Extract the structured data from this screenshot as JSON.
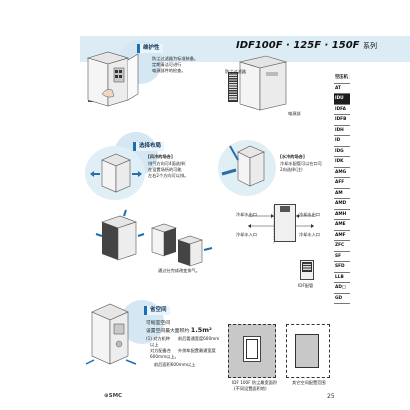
{
  "header": {
    "title": "IDF100F · 125F · 150F",
    "title_suffix": "系列"
  },
  "sections": {
    "protection": {
      "tag": "维护性",
      "body": [
        "防尘过滤器为标准装备。",
        "定期清洁可进行",
        "电源部件的检查。"
      ],
      "label_filter": "防尘过滤器",
      "label_front": "电源部"
    },
    "layout": {
      "tag": "选择布局",
      "side_title": "[风冷的场合]",
      "side_body": [
        "排气方向可4面选择(",
        "在设置场所的可能",
        "左右2个方向可以排。"
      ],
      "water_title": "[水冷的场合]",
      "water_body": [
        "冷却水配管可以在口可",
        "2向选择(注)"
      ],
      "flow_in1": "冷却水出口",
      "flow_out1": "冷却水入口",
      "flow_in2": "冷却水出口",
      "flow_out2": "冷却水入口",
      "unit_label": "IDF配管",
      "caption": "通过仕完成改变排气。"
    },
    "space": {
      "tag": "省空间",
      "spec_line1": "可缩室空间",
      "spec_line2": "设置空间最大面积约",
      "spec_value": "1.5m²",
      "note1": "(1) 对方机种",
      "note1b": "前后要通宽度600mm",
      "note1c": "以上",
      "note2": "对方配备合",
      "note2b": "外侧车配置最通宽度",
      "note2c": "600mm以上。",
      "note3": "前后面积600mm以上",
      "fig1_caption": [
        "IDF 100F 防尘最宽面积",
        "(不同设置面积地)"
      ],
      "fig2_caption": "其它空间配置范围"
    }
  },
  "sidebar": {
    "items": [
      "空压机 系统",
      "AT",
      "IDU",
      "IDFA",
      "IDFB",
      "IDH",
      "ID",
      "IDG",
      "IDK",
      "AMG",
      "AFF",
      "AM",
      "AMD",
      "AMH",
      "AME",
      "AMF",
      "ZFC",
      "SF",
      "SFD",
      "LLB",
      "AD□",
      "GD"
    ],
    "active": "IDU"
  },
  "footer": {
    "logo": "⊕SMC",
    "page": "25"
  }
}
